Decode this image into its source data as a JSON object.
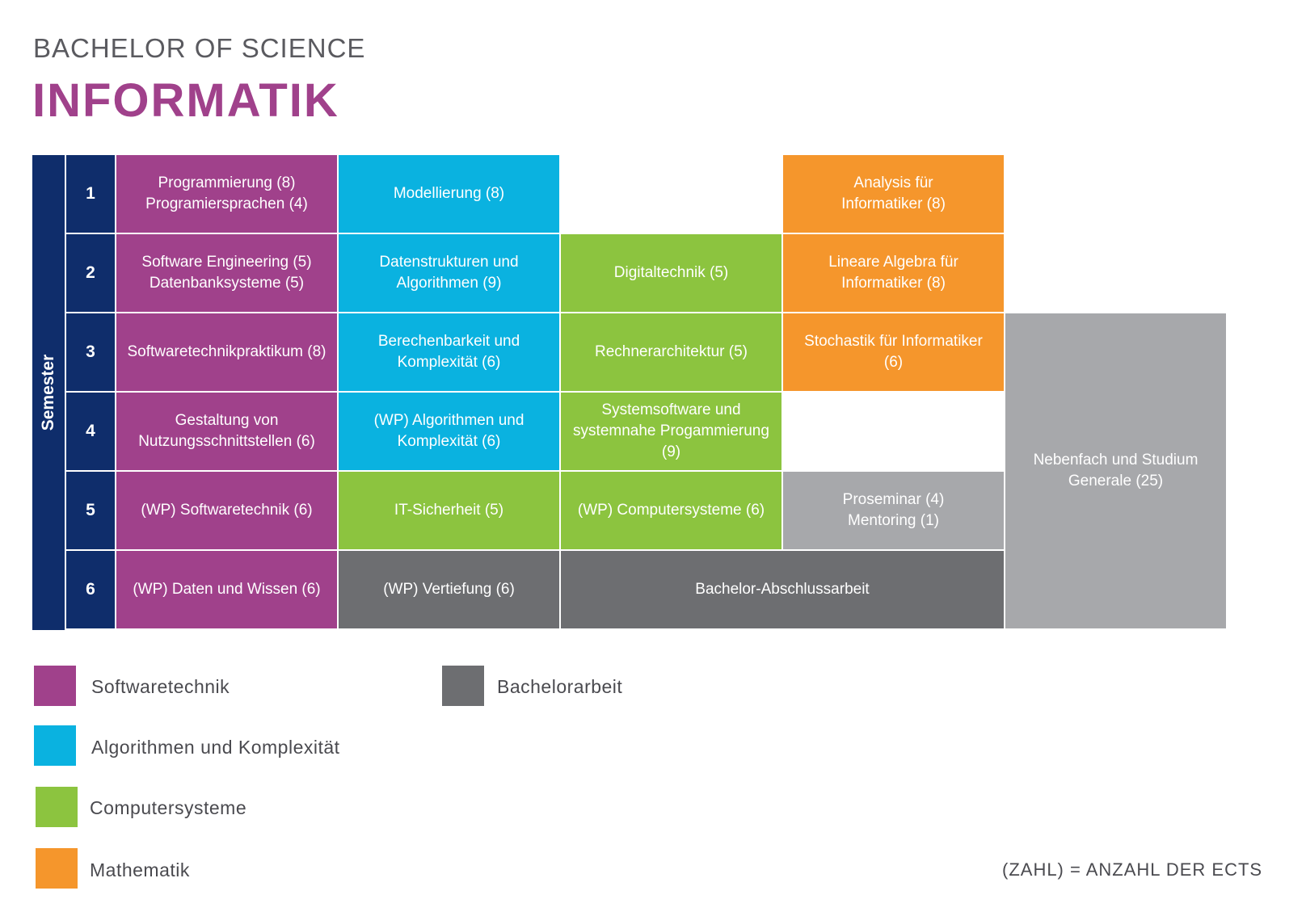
{
  "header": {
    "subtitle": "BACHELOR OF SCIENCE",
    "title": "INFORMATIK"
  },
  "grid": {
    "axis_label": "Semester",
    "semesters": [
      "1",
      "2",
      "3",
      "4",
      "5",
      "6"
    ],
    "modules": [
      {
        "id": "s1-st",
        "lines": [
          "Programmierung (8)",
          "Programiersprachen (4)"
        ],
        "category": "Softwaretechnik"
      },
      {
        "id": "s1-ak",
        "lines": [
          "Modellierung (8)"
        ],
        "category": "Algorithmen und Komplexität"
      },
      {
        "id": "s1-ma",
        "lines": [
          "Analysis für",
          "Informatiker (8)"
        ],
        "category": "Mathematik"
      },
      {
        "id": "s2-st",
        "lines": [
          "Software Engineering (5)",
          "Datenbanksysteme (5)"
        ],
        "category": "Softwaretechnik"
      },
      {
        "id": "s2-ak",
        "lines": [
          "Datenstrukturen und",
          "Algorithmen (9)"
        ],
        "category": "Algorithmen und Komplexität"
      },
      {
        "id": "s2-cs",
        "lines": [
          "Digitaltechnik (5)"
        ],
        "category": "Computersysteme"
      },
      {
        "id": "s2-ma",
        "lines": [
          "Lineare Algebra für",
          "Informatiker (8)"
        ],
        "category": "Mathematik"
      },
      {
        "id": "s3-st",
        "lines": [
          "Softwaretechnikpraktikum (8)"
        ],
        "category": "Softwaretechnik"
      },
      {
        "id": "s3-ak",
        "lines": [
          "Berechenbarkeit und",
          "Komplexität (6)"
        ],
        "category": "Algorithmen und Komplexität"
      },
      {
        "id": "s3-cs",
        "lines": [
          "Rechnerarchitektur (5)"
        ],
        "category": "Computersysteme"
      },
      {
        "id": "s3-ma",
        "lines": [
          "Stochastik für Informatiker",
          "(6)"
        ],
        "category": "Mathematik"
      },
      {
        "id": "s4-st",
        "lines": [
          "Gestaltung von",
          "Nutzungsschnittstellen (6)"
        ],
        "category": "Softwaretechnik"
      },
      {
        "id": "s4-ak",
        "lines": [
          "(WP) Algorithmen und",
          "Komplexität (6)"
        ],
        "category": "Algorithmen und Komplexität"
      },
      {
        "id": "s4-cs",
        "lines": [
          "Systemsoftware und",
          "systemnahe Progammierung",
          "(9)"
        ],
        "category": "Computersysteme"
      },
      {
        "id": "s5-st",
        "lines": [
          "(WP) Softwaretechnik (6)"
        ],
        "category": "Softwaretechnik"
      },
      {
        "id": "s5-cs1",
        "lines": [
          "IT-Sicherheit (5)"
        ],
        "category": "Computersysteme"
      },
      {
        "id": "s5-cs2",
        "lines": [
          "(WP) Computersysteme (6)"
        ],
        "category": "Computersysteme"
      },
      {
        "id": "s5-pr",
        "lines": [
          "Proseminar (4)",
          "Mentoring (1)"
        ],
        "category": "Nebenfach"
      },
      {
        "id": "s6-st",
        "lines": [
          "(WP) Daten und Wissen (6)"
        ],
        "category": "Softwaretechnik"
      },
      {
        "id": "s6-ba1",
        "lines": [
          "(WP) Vertiefung (6)"
        ],
        "category": "Bachelorarbeit"
      },
      {
        "id": "s6-ba2",
        "lines": [
          "Bachelor-Abschlussarbeit"
        ],
        "category": "Bachelorarbeit"
      },
      {
        "id": "neben",
        "lines": [
          "Nebenfach und Studium",
          "Generale (25)"
        ],
        "category": "Nebenfach"
      }
    ]
  },
  "legend": [
    {
      "label": "Softwaretechnik",
      "color": "#a0418b"
    },
    {
      "label": "Algorithmen und Komplexität",
      "color": "#0ab2e0"
    },
    {
      "label": "Computersysteme",
      "color": "#8cc43f"
    },
    {
      "label": "Mathematik",
      "color": "#f5962c"
    },
    {
      "label": "Bachelorarbeit",
      "color": "#6d6e71"
    }
  ],
  "footnote": "(ZAHL) = ANZAHL DER ECTS"
}
